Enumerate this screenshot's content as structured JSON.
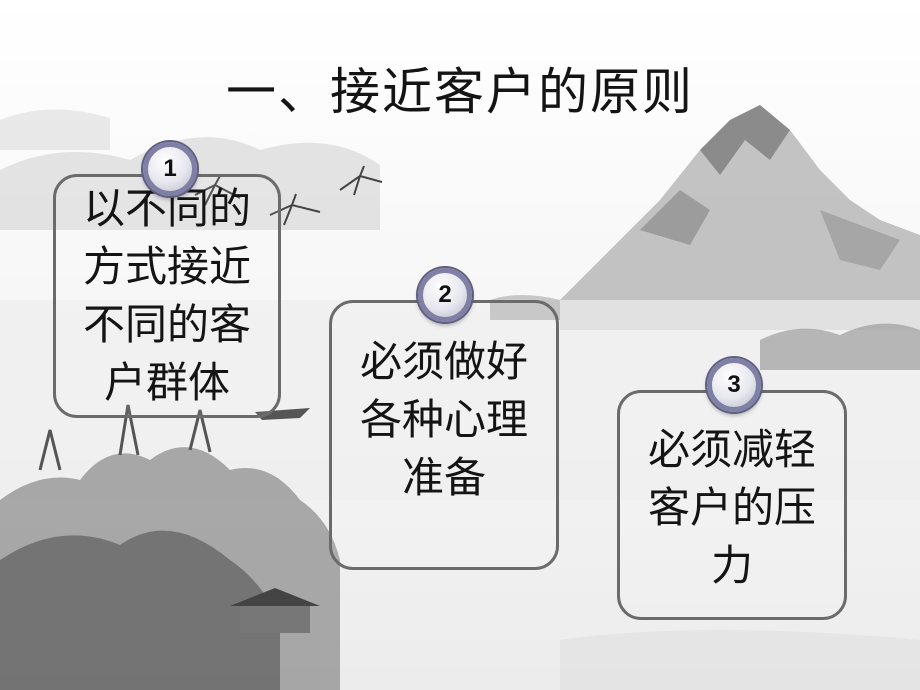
{
  "slide": {
    "title": "一、接近客户的原则",
    "principles": [
      {
        "number": "1",
        "text": "以不同的方式接近不同的客户群体"
      },
      {
        "number": "2",
        "text": "必须做好各种心理准备"
      },
      {
        "number": "3",
        "text": "必须减轻客户的压力"
      }
    ]
  },
  "colors": {
    "card_border": "#6b6b6b",
    "badge_ring": "#807fa6",
    "text": "#141414"
  }
}
